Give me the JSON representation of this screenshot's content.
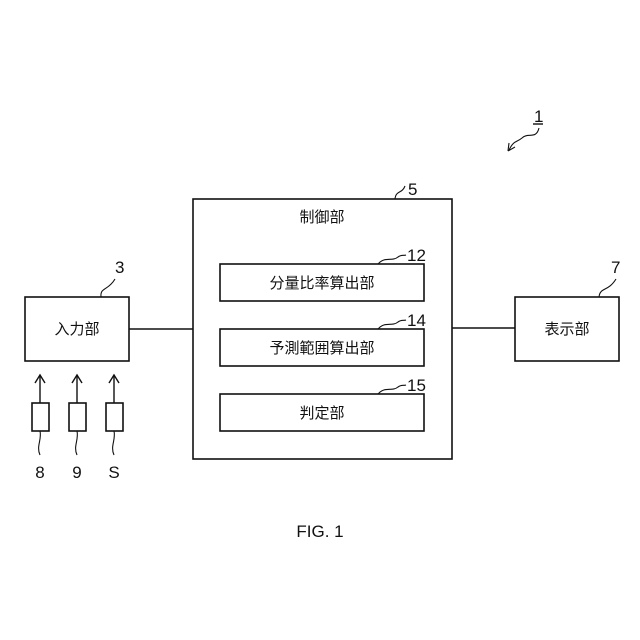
{
  "figure": {
    "caption": "FIG. 1",
    "system_ref": "1",
    "blocks": {
      "control": {
        "label": "制御部",
        "ref": "5"
      },
      "input": {
        "label": "入力部",
        "ref": "3"
      },
      "display": {
        "label": "表示部",
        "ref": "7"
      },
      "split_ratio_calc": {
        "label": "分量比率算出部",
        "ref": "12"
      },
      "prediction_range_calc": {
        "label": "予測範囲算出部",
        "ref": "14"
      },
      "judgment": {
        "label": "判定部",
        "ref": "15"
      }
    },
    "sensors": [
      {
        "ref": "8"
      },
      {
        "ref": "9"
      },
      {
        "ref": "S"
      }
    ]
  }
}
